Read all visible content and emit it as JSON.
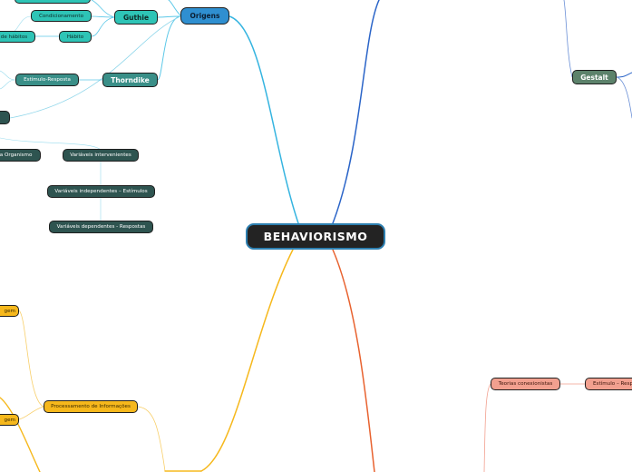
{
  "root": {
    "label": "BEHAVIORISMO"
  },
  "nodes": {
    "origens": "Origens",
    "guthie": "Guthie",
    "thorndike": "Thorndike",
    "gestalt": "Gestalt",
    "condicionamento": "Condicionamento",
    "habito": "Hábito",
    "de_habitos": "de hábitos",
    "estimulo_resposta": "Estímulo-Resposta",
    "ta_organismo": "ta Organismo",
    "variaveis_intervenientes": "Variáveis intervenientes",
    "variaveis_independentes": "Variáveis independentes – Estímulos",
    "variaveis_dependentes": "Variáveis dependentes - Respostas",
    "gem_1": "gem",
    "gem_2": "gem",
    "processamento": "Processamento de Informações",
    "teorias_conexionistas": "Teorias conexionistas",
    "estimulo_resp_cut": "Estímulo – Resp"
  },
  "colors": {
    "branch_teal": "#5cc8e8",
    "branch_blue": "#2a6fd6",
    "branch_yellow": "#f6b81c",
    "branch_red": "#e8622f",
    "branch_salmon": "#f2a08f"
  }
}
